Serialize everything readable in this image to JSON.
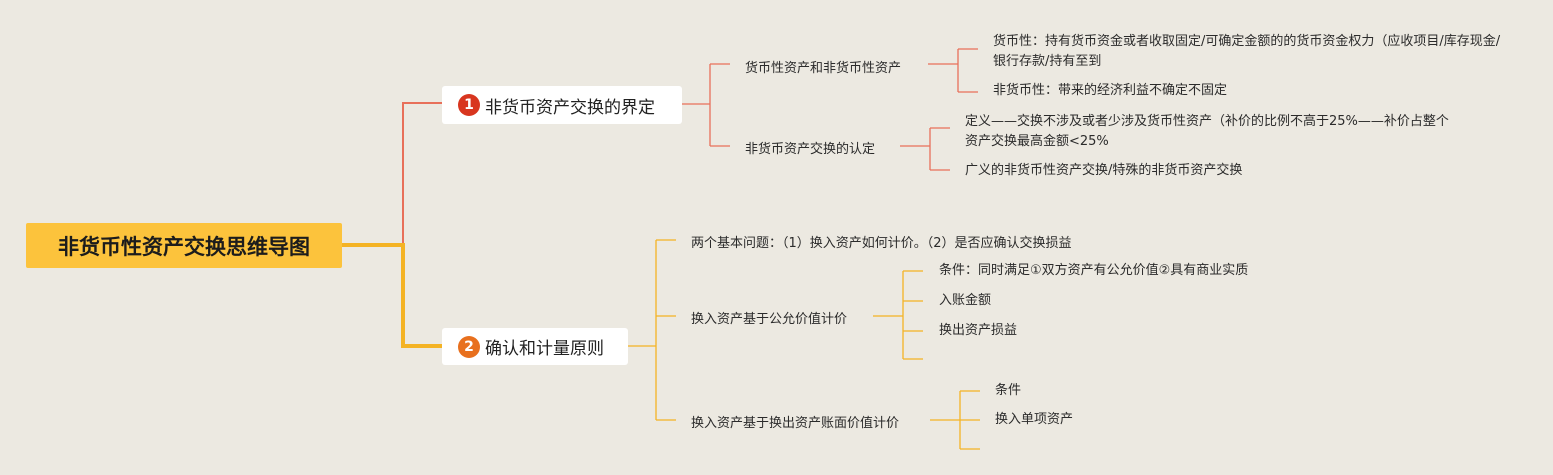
{
  "root": {
    "title": "非货币性资产交换思维导图"
  },
  "branch1": {
    "number": "1",
    "title": "非货币资产交换的界定",
    "color": "#E8705A",
    "children": [
      {
        "label": "货币性资产和非货币性资产",
        "children": [
          {
            "label": "货币性：持有货币资金或者收取固定/可确定金额的的货币资金权力（应收项目/库存现金/银行存款/持有至到"
          },
          {
            "label": "非货币性：带来的经济利益不确定不固定"
          }
        ]
      },
      {
        "label": "非货币资产交换的认定",
        "children": [
          {
            "label": "定义——交换不涉及或者少涉及货币性资产（补价的比例不高于25%——补价占整个资产交换最高金额<25%"
          },
          {
            "label": "广义的非货币性资产交换/特殊的非货币资产交换"
          }
        ]
      }
    ]
  },
  "branch2": {
    "number": "2",
    "title": "确认和计量原则",
    "color": "#F4B324",
    "children": [
      {
        "label": "两个基本问题：（1）换入资产如何计价。（2）是否应确认交换损益"
      },
      {
        "label": "换入资产基于公允价值计价",
        "children": [
          {
            "label": "条件：同时满足①双方资产有公允价值②具有商业实质"
          },
          {
            "label": "入账金额"
          },
          {
            "label": "换出资产损益"
          },
          {
            "label": ""
          }
        ]
      },
      {
        "label": "换入资产基于换出资产账面价值计价",
        "children": [
          {
            "label": "条件"
          },
          {
            "label": "换入单项资产"
          },
          {
            "label": ""
          }
        ]
      }
    ]
  },
  "colors": {
    "background": "#ECE9E1",
    "root_fill": "#FCC33C",
    "branch1_badge": "#D8361F",
    "branch2_badge": "#E8701E"
  }
}
